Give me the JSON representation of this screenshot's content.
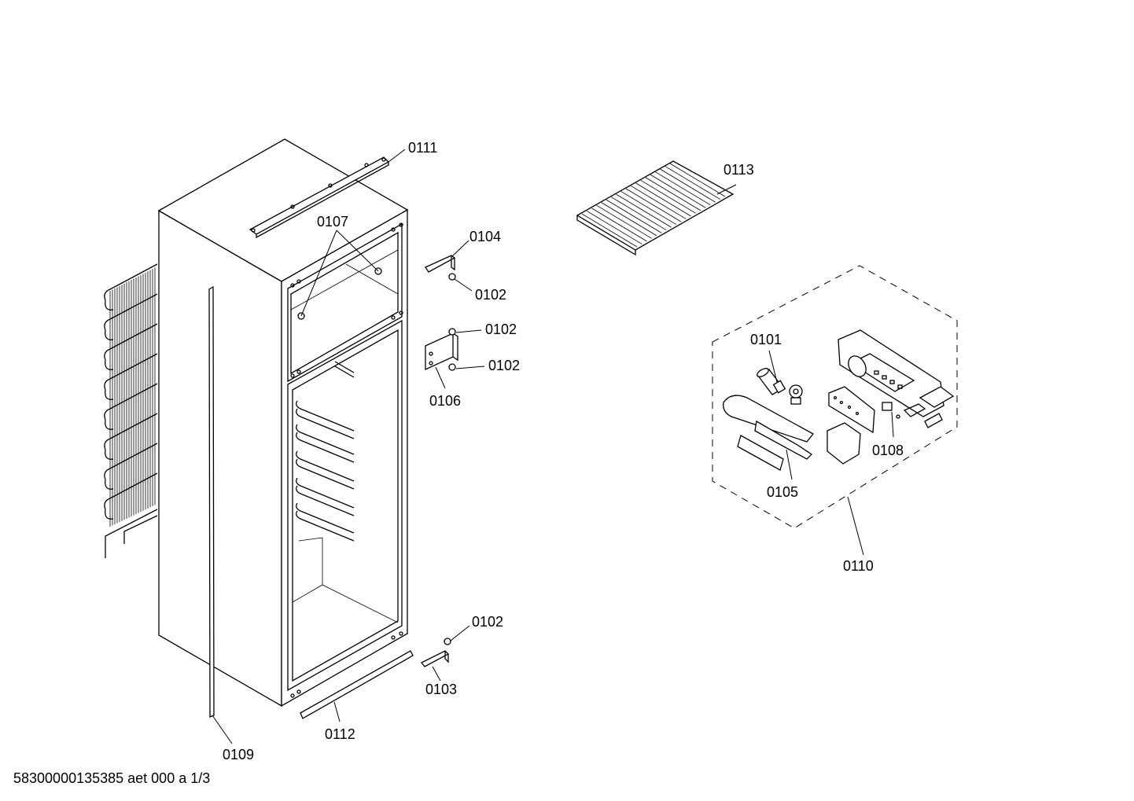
{
  "document_id": "58300000135385 aet 000 a 1/3",
  "callouts": {
    "p0101": "0101",
    "p0102a": "0102",
    "p0102b": "0102",
    "p0102c": "0102",
    "p0102d": "0102",
    "p0103": "0103",
    "p0104": "0104",
    "p0105": "0105",
    "p0106": "0106",
    "p0107": "0107",
    "p0108": "0108",
    "p0109": "0109",
    "p0110": "0110",
    "p0111": "0111",
    "p0112": "0112",
    "p0113": "0113"
  }
}
